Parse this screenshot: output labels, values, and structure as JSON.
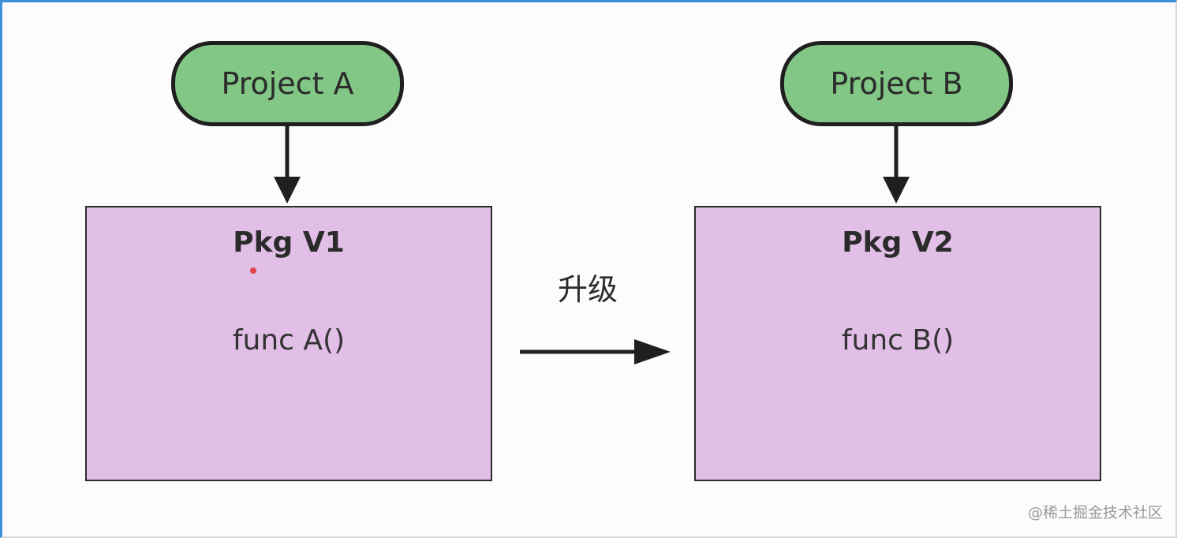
{
  "project_a": {
    "label": "Project A"
  },
  "project_b": {
    "label": "Project B"
  },
  "pkg_v1": {
    "title": "Pkg V1",
    "func": "func A()"
  },
  "pkg_v2": {
    "title": "Pkg V2",
    "func": "func B()"
  },
  "upgrade": {
    "label": "升级"
  },
  "watermark": "@稀土掘金技术社区",
  "colors": {
    "project_fill": "#82c785",
    "pkg_fill": "#e1bfe6",
    "stroke": "#1f1f1f"
  }
}
